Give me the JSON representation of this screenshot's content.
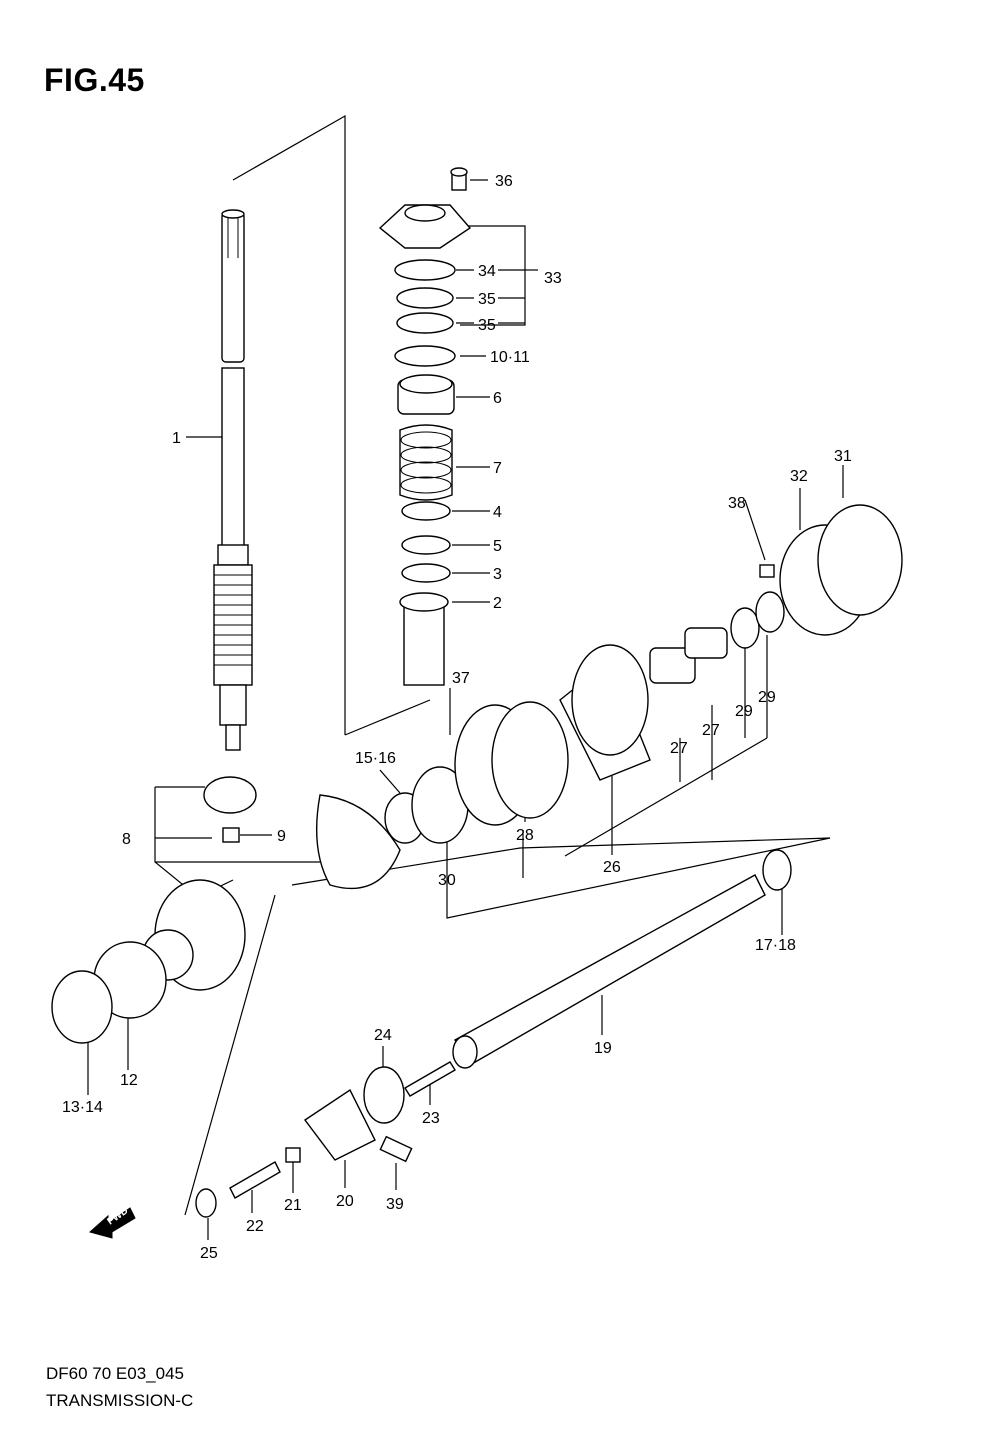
{
  "figure": {
    "title": "FIG.45"
  },
  "footer": {
    "model_code": "DF60 70 E03_045",
    "section": "TRANSMISSION-C"
  },
  "fwd_indicator": "FWD",
  "callouts": [
    {
      "id": "c1",
      "text": "1"
    },
    {
      "id": "c2",
      "text": "2"
    },
    {
      "id": "c3",
      "text": "3"
    },
    {
      "id": "c4",
      "text": "4"
    },
    {
      "id": "c5",
      "text": "5"
    },
    {
      "id": "c6",
      "text": "6"
    },
    {
      "id": "c7",
      "text": "7"
    },
    {
      "id": "c8",
      "text": "8"
    },
    {
      "id": "c9",
      "text": "9"
    },
    {
      "id": "c1011",
      "text": "10·11"
    },
    {
      "id": "c12",
      "text": "12"
    },
    {
      "id": "c1314",
      "text": "13·14"
    },
    {
      "id": "c1516",
      "text": "15·16"
    },
    {
      "id": "c1718",
      "text": "17·18"
    },
    {
      "id": "c19",
      "text": "19"
    },
    {
      "id": "c20",
      "text": "20"
    },
    {
      "id": "c21",
      "text": "21"
    },
    {
      "id": "c22",
      "text": "22"
    },
    {
      "id": "c23",
      "text": "23"
    },
    {
      "id": "c24",
      "text": "24"
    },
    {
      "id": "c25",
      "text": "25"
    },
    {
      "id": "c26",
      "text": "26"
    },
    {
      "id": "c27a",
      "text": "27"
    },
    {
      "id": "c27b",
      "text": "27"
    },
    {
      "id": "c28",
      "text": "28"
    },
    {
      "id": "c29a",
      "text": "29"
    },
    {
      "id": "c29b",
      "text": "29"
    },
    {
      "id": "c30",
      "text": "30"
    },
    {
      "id": "c31",
      "text": "31"
    },
    {
      "id": "c32",
      "text": "32"
    },
    {
      "id": "c33",
      "text": "33"
    },
    {
      "id": "c34",
      "text": "34"
    },
    {
      "id": "c35a",
      "text": "35"
    },
    {
      "id": "c35b",
      "text": "35"
    },
    {
      "id": "c36",
      "text": "36"
    },
    {
      "id": "c37",
      "text": "37"
    },
    {
      "id": "c38",
      "text": "38"
    },
    {
      "id": "c39",
      "text": "39"
    }
  ]
}
